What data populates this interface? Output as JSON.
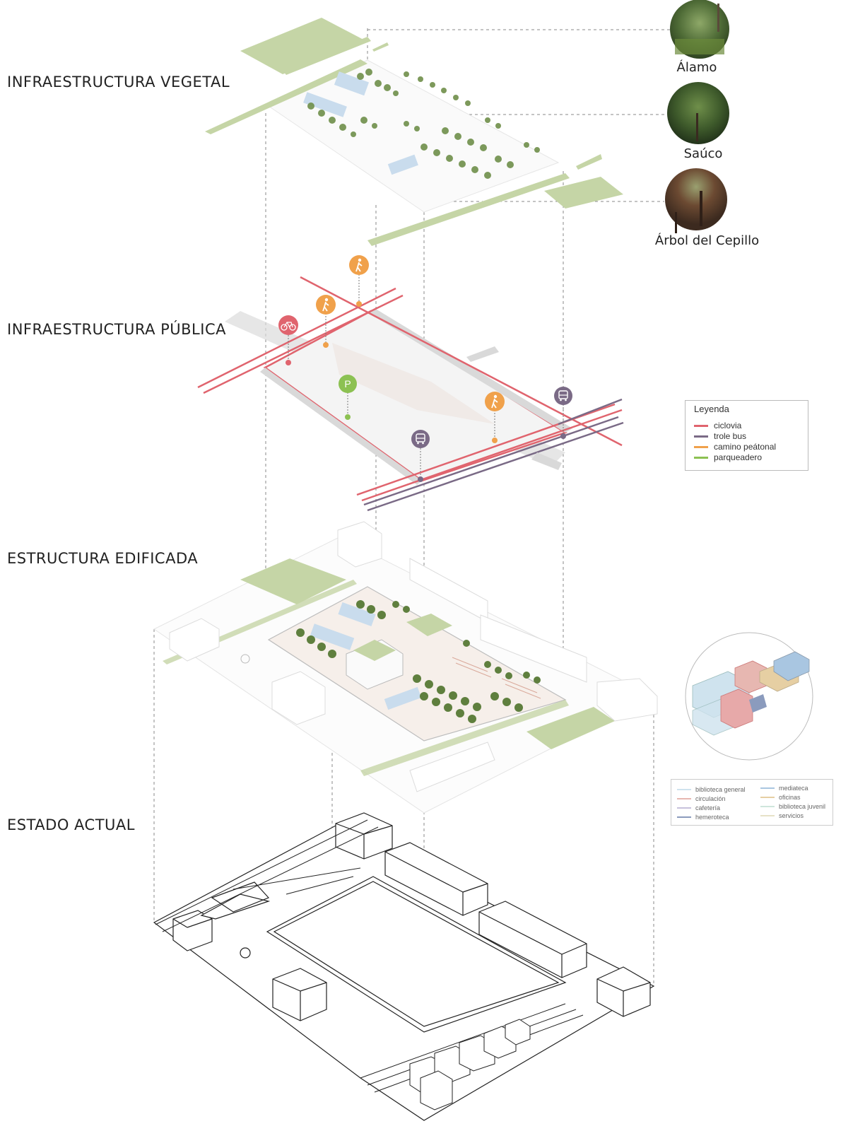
{
  "layers": {
    "vegetal": "INFRAESTRUCTURA VEGETAL",
    "publica": "INFRAESTRUCTURA PÚBLICA",
    "edificada": "ESTRUCTURA EDIFICADA",
    "actual": "ESTADO ACTUAL"
  },
  "trees": [
    {
      "name": "Álamo",
      "color": "#4f6b3a"
    },
    {
      "name": "Saúco",
      "color": "#3f5a2c"
    },
    {
      "name": "Árbol del Cepillo",
      "color": "#7a3b2e"
    }
  ],
  "legend": {
    "title": "Leyenda",
    "items": [
      {
        "label": "ciclovia",
        "color": "#e0646e"
      },
      {
        "label": "trole bus",
        "color": "#7a6a86"
      },
      {
        "label": "camino peátonal",
        "color": "#f0a14b"
      },
      {
        "label": "parqueadero",
        "color": "#8cc152"
      }
    ]
  },
  "program_legend": {
    "items": [
      {
        "label": "biblioteca general",
        "color": "#cfe3ee"
      },
      {
        "label": "circulación",
        "color": "#e7b7b1"
      },
      {
        "label": "cafetería",
        "color": "#c7c1dc"
      },
      {
        "label": "hemeroteca",
        "color": "#8b9bbd"
      },
      {
        "label": "mediateca",
        "color": "#a9c6e1"
      },
      {
        "label": "oficinas",
        "color": "#e6cfa3"
      },
      {
        "label": "biblioteca juvenil",
        "color": "#cfe6dc"
      },
      {
        "label": "servicios",
        "color": "#e7e2c8"
      }
    ]
  },
  "icons": {
    "bike": "bicycle-icon",
    "pedestrian": "pedestrian-icon",
    "parking": "parking-icon",
    "bus": "bus-icon",
    "parking_letter": "P"
  },
  "colors": {
    "green": "#c5d5a6",
    "road": "#d9d9d9",
    "ciclovia": "#e0646e",
    "trole": "#7a6a86",
    "peatonal": "#f0a14b",
    "parqueadero": "#8cc152"
  }
}
